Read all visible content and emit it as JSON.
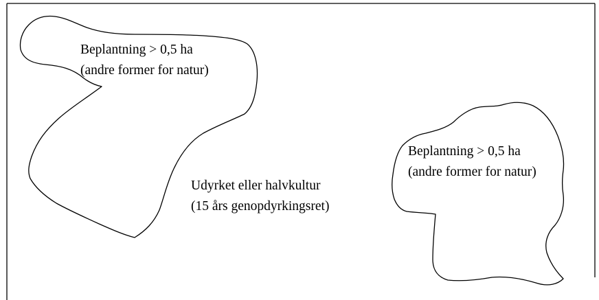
{
  "diagram": {
    "regions": [
      {
        "line1": "Beplantning > 0,5 ha",
        "line2": "(andre former for natur)"
      },
      {
        "line1": "Beplantning > 0,5 ha",
        "line2": "(andre former for natur)"
      }
    ],
    "center": {
      "line1": "Udyrket eller halvkultur",
      "line2": "(15 års genopdyrkingsret)"
    }
  },
  "colors": {
    "frame": "#000000",
    "outline": "#000000",
    "text": "#000000",
    "background": "#ffffff"
  }
}
